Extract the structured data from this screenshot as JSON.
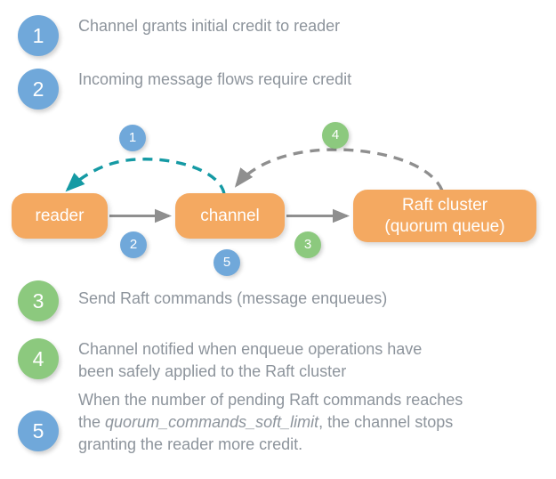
{
  "palette": {
    "blue": "#70a8da",
    "green": "#8cc97e",
    "orange": "#f4a961",
    "teal": "#159aa4",
    "gray": "#8f8f8f",
    "text_gray": "#8d949c",
    "background": "#ffffff"
  },
  "steps_top": [
    {
      "number": "1",
      "color": "blue",
      "text": "Channel grants initial credit to reader"
    },
    {
      "number": "2",
      "color": "blue",
      "text": "Incoming message flows require credit"
    }
  ],
  "steps_bottom": [
    {
      "number": "3",
      "color": "green",
      "text": "Send Raft commands (message enqueues)"
    },
    {
      "number": "4",
      "color": "green",
      "text": "Channel notified when enqueue operations have\nbeen safely applied to the Raft cluster"
    },
    {
      "number": "5",
      "color": "blue",
      "text_before": "When the number of pending Raft commands reaches\nthe ",
      "text_italic": "quorum_commands_soft_limit",
      "text_after": ", the channel stops\ngranting the reader more credit."
    }
  ],
  "diagram": {
    "nodes": [
      {
        "id": "reader",
        "label": "reader"
      },
      {
        "id": "channel",
        "label": "channel"
      },
      {
        "id": "raft",
        "label": "Raft cluster\n(quorum queue)"
      }
    ],
    "badges": [
      {
        "number": "1",
        "color": "blue"
      },
      {
        "number": "2",
        "color": "blue"
      },
      {
        "number": "3",
        "color": "green"
      },
      {
        "number": "4",
        "color": "green"
      },
      {
        "number": "5",
        "color": "blue"
      }
    ],
    "edges": [
      {
        "id": "credit-grant",
        "style": "dashed",
        "color": "teal",
        "from": "channel",
        "to": "reader"
      },
      {
        "id": "message-flow",
        "style": "solid",
        "color": "gray",
        "from": "reader",
        "to": "channel"
      },
      {
        "id": "raft-commands",
        "style": "solid",
        "color": "gray",
        "from": "channel",
        "to": "raft"
      },
      {
        "id": "enqueue-notification",
        "style": "dashed",
        "color": "gray",
        "from": "raft",
        "to": "channel"
      }
    ]
  }
}
